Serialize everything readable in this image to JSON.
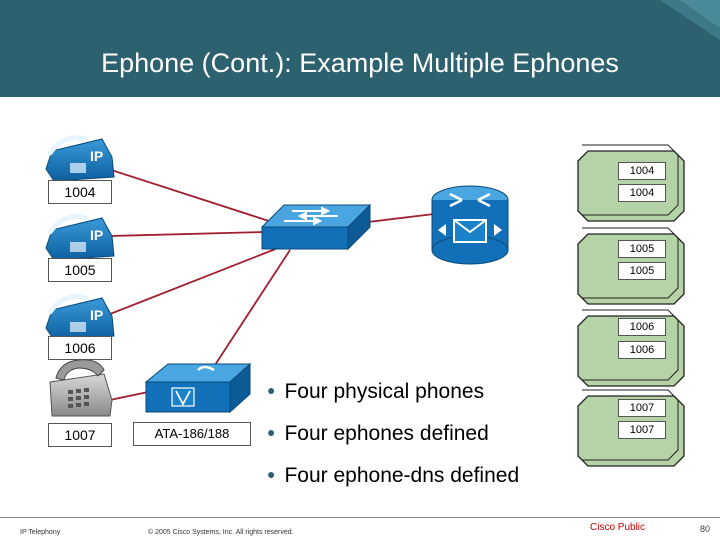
{
  "slide": {
    "title": "Ephone (Cont.): Example Multiple Ephones",
    "colors": {
      "header": "#2e6170",
      "device_blue": "#1177bb",
      "ephone_box": "#b5d3a6",
      "lines": "#a02030"
    }
  },
  "phones": [
    {
      "label": "1004",
      "icon": "ip-phone-icon",
      "badge": "IP"
    },
    {
      "label": "1005",
      "icon": "ip-phone-icon",
      "badge": "IP"
    },
    {
      "label": "1006",
      "icon": "ip-phone-icon",
      "badge": "IP"
    },
    {
      "label": "1007",
      "icon": "analog-phone-icon"
    }
  ],
  "ata": {
    "label": "ATA-186/188",
    "icon": "ata-icon"
  },
  "switch": {
    "icon": "switch-icon"
  },
  "router": {
    "icon": "router-icon"
  },
  "ephones": [
    {
      "ephone": "1004",
      "dn": "1004"
    },
    {
      "ephone": "1005",
      "dn": "1005"
    },
    {
      "ephone": "1006",
      "dn": "1006"
    },
    {
      "ephone": "1007",
      "dn": "1007"
    }
  ],
  "bullets": [
    "Four physical phones",
    "Four ephones defined",
    "Four ephone-dns defined"
  ],
  "footer": {
    "left": "IP Telephony",
    "copyright": "© 2005 Cisco Systems, Inc. All rights reserved.",
    "classification": "Cisco Public",
    "page": "80"
  }
}
